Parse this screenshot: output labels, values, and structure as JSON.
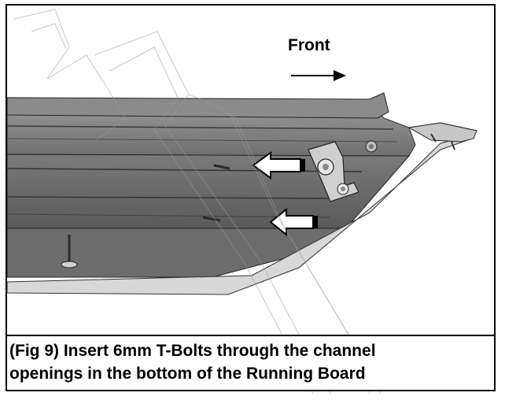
{
  "direction_label": "Front",
  "caption": {
    "line1": "(Fig 9) Insert 6mm T-Bolts through the channel",
    "line2": "openings in the bottom of the Running Board"
  }
}
